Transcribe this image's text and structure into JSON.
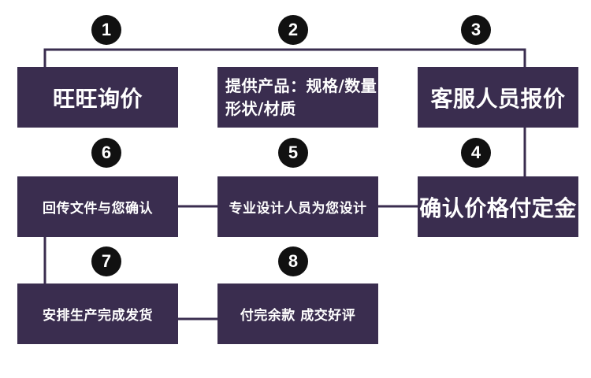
{
  "colors": {
    "box": "#3a2d4f",
    "circle": "#111111",
    "line": "#3a2d4f"
  },
  "steps": [
    {
      "number": "1",
      "label": "旺旺询价"
    },
    {
      "number": "2",
      "label": "提供产品：规格/数量\n形状/材质"
    },
    {
      "number": "3",
      "label": "客服人员报价"
    },
    {
      "number": "4",
      "label": "确认价格付定金"
    },
    {
      "number": "5",
      "label": "专业设计人员为您设计"
    },
    {
      "number": "6",
      "label": "回传文件与您确认"
    },
    {
      "number": "7",
      "label": "安排生产完成发货"
    },
    {
      "number": "8",
      "label": "付完余款 成交好评"
    }
  ]
}
